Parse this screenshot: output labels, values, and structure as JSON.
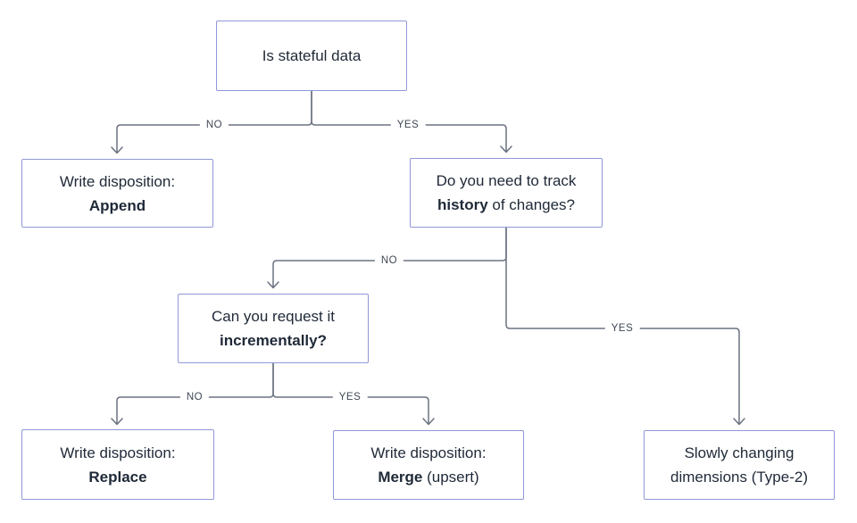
{
  "theme": {
    "bg": "#ffffff",
    "node-border": "#9098d8",
    "node-bg": "#ffffff",
    "node-text": "#1f2937",
    "connector": "#6b7280",
    "edge-label": "#3f4754"
  },
  "nodes": {
    "stateful": {
      "line1": "Is stateful data"
    },
    "append": {
      "line1": "Write disposition:",
      "bold": "Append",
      "rest": ""
    },
    "history": {
      "line1": "Do you need to track",
      "bold": "history",
      "rest": " of changes?"
    },
    "incremental": {
      "line1": "Can you request it",
      "bold": "incrementally?",
      "rest": ""
    },
    "replace": {
      "line1": "Write disposition:",
      "bold": "Replace",
      "rest": ""
    },
    "merge": {
      "line1": "Write disposition:",
      "bold": "Merge",
      "rest": " (upsert)"
    },
    "scd": {
      "line1": "Slowly changing",
      "line2": "dimensions (Type-2)"
    }
  },
  "edges": {
    "stateful_no": "NO",
    "stateful_yes": "YES",
    "history_no": "NO",
    "history_yes": "YES",
    "incremental_no": "NO",
    "incremental_yes": "YES"
  }
}
